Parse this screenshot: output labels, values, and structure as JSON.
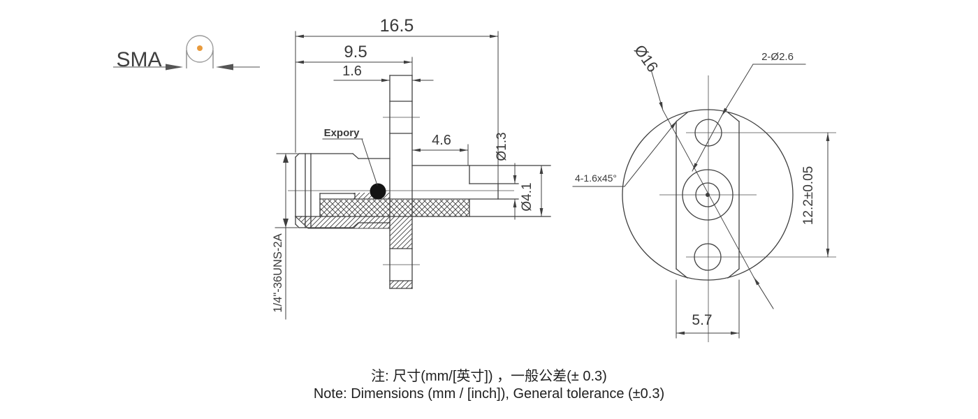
{
  "symbol": {
    "label": "SMA"
  },
  "side_view": {
    "labels": {
      "total_length": "16.5",
      "front_to_flange": "9.5",
      "flange_thickness": "1.6",
      "rear_body_length": "4.6",
      "pin_diameter": "Ø1.3",
      "insulator_diameter": "Ø4.1",
      "thread_spec": "1/4\"-36UNS-2A",
      "epoxy_note": "Expory"
    }
  },
  "front_view": {
    "labels": {
      "flange_diameter": "Ø16",
      "mounting_holes": "2-Ø2.6",
      "corner_chamfer": "4-1.6x45°",
      "hole_spacing": "12.2±0.05",
      "flat_width": "5.7"
    }
  },
  "notes": {
    "chinese": "注: 尺寸(mm/[英寸]) ，一般公差(± 0.3)",
    "english": "Note: Dimensions (mm / [inch]), General tolerance (±0.3)"
  },
  "colors": {
    "line_color": "#3f3f3f",
    "symbol_gray": "#7a7a7a",
    "center_pin_accent": "#e89a3c",
    "epoxy_fill": "#141414"
  }
}
